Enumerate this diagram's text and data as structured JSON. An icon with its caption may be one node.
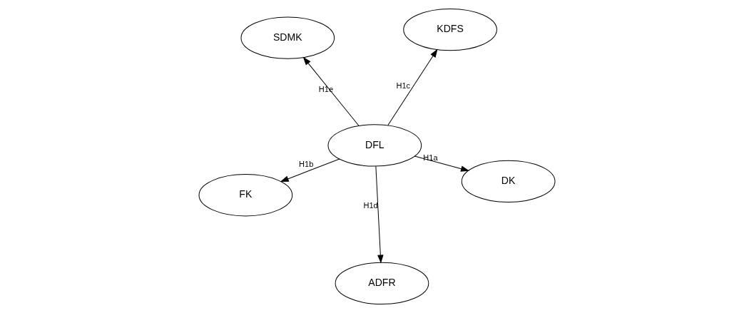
{
  "diagram": {
    "nodes": [
      {
        "text": [
          "DFL"
        ]
      },
      {
        "text": [
          "DK"
        ]
      },
      {
        "text": [
          "FK"
        ]
      },
      {
        "text": [
          "KDFS"
        ]
      },
      {
        "text": [
          "ADFR"
        ]
      },
      {
        "text": [
          "SDMK"
        ]
      }
    ],
    "edges": [
      {
        "from": 0,
        "to": 1,
        "arrow": "to",
        "label": "H1a"
      },
      {
        "from": 0,
        "to": 2,
        "arrow": "to",
        "label": "H1b"
      },
      {
        "from": 0,
        "to": 3,
        "arrow": "to",
        "label": "H1c"
      },
      {
        "from": 0,
        "to": 4,
        "arrow": "to",
        "label": "H1d"
      },
      {
        "from": 0,
        "to": 5,
        "arrow": "to",
        "label": "H1e"
      }
    ]
  }
}
